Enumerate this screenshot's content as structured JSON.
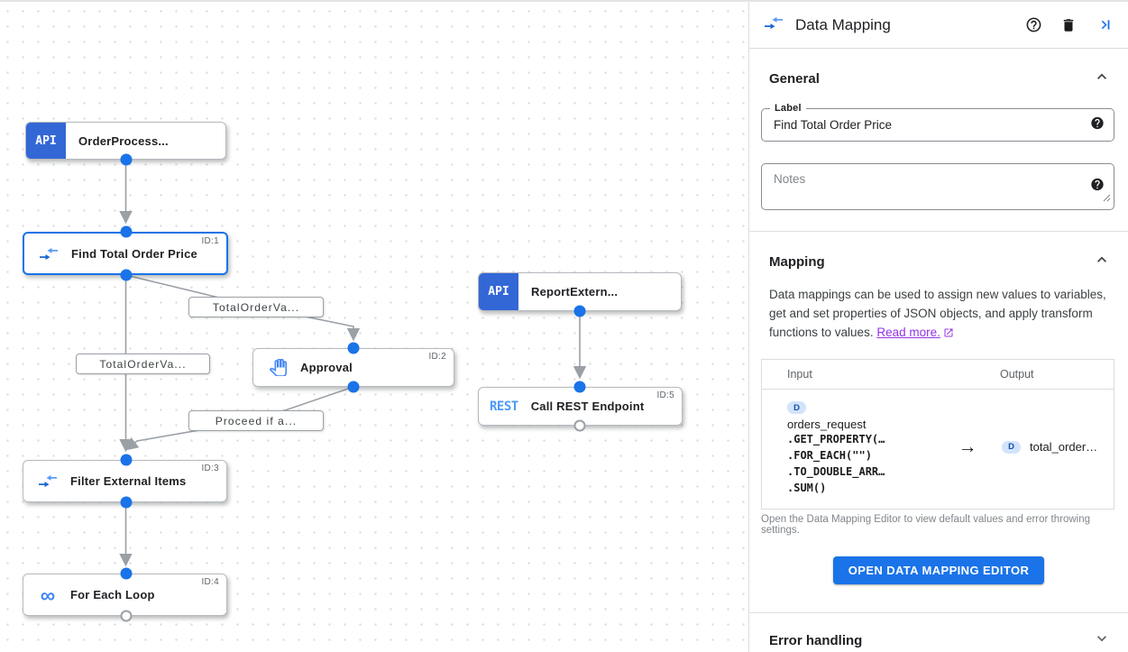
{
  "colors": {
    "accent_blue": "#1a73e8",
    "node_badge_blue": "#3367d6",
    "icon_blue": "#4285f4",
    "edge_gray": "#9aa0a6",
    "link_purple": "#9334e6",
    "badge_bg": "#d2e3fc"
  },
  "canvas": {
    "nodes": [
      {
        "title": "OrderProcess...",
        "badge": "API"
      },
      {
        "title": "Find Total Order Price",
        "id_label": "ID:1"
      },
      {
        "title": "Approval",
        "id_label": "ID:2"
      },
      {
        "title": "Filter External Items",
        "id_label": "ID:3"
      },
      {
        "title": "For Each Loop",
        "id_label": "ID:4",
        "icon": "infinity",
        "icon_glyph": "∞"
      },
      {
        "title": "ReportExtern...",
        "badge": "API"
      },
      {
        "title": "Call REST Endpoint",
        "id_label": "ID:5",
        "badge": "REST"
      }
    ],
    "edge_labels": [
      {
        "text": "TotalOrderVa..."
      },
      {
        "text": "TotalOrderVa..."
      },
      {
        "text": "Proceed if a..."
      }
    ]
  },
  "panel": {
    "title": "Data Mapping",
    "general": {
      "title": "General",
      "label_field": {
        "label": "Label",
        "value": "Find Total Order Price"
      },
      "notes_field": {
        "placeholder": "Notes"
      }
    },
    "mapping": {
      "title": "Mapping",
      "description": "Data mappings can be used to assign new values to variables, get and set properties of JSON objects, and apply transform functions to values.",
      "read_more": "Read more.",
      "table": {
        "input_header": "Input",
        "output_header": "Output",
        "arrow": "→",
        "row": {
          "input_badge": "D",
          "input_var": "orders_request",
          "functions": [
            ".GET_PROPERTY(…",
            ".FOR_EACH(\"\")",
            ".TO_DOUBLE_ARR…",
            ".SUM()"
          ],
          "output_badge": "D",
          "output_var": "total_order…"
        }
      },
      "hint": "Open the Data Mapping Editor to view default values and error throwing settings.",
      "button_label": "OPEN DATA MAPPING EDITOR"
    },
    "error_handling": {
      "title": "Error handling"
    }
  }
}
